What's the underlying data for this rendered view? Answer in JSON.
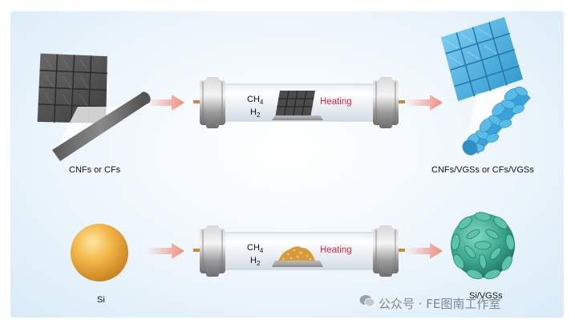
{
  "labels": {
    "cnfs": "CNFs or CFs",
    "cnfs_vgss": "CNFs/VGSs or CFs/VGSs",
    "si": "Si",
    "si_vgss": "Si/VGSs"
  },
  "reactor": {
    "gas1": "CH",
    "gas1_sub": "4",
    "gas2": "H",
    "gas2_sub": "2",
    "heating": "Heating"
  },
  "watermark": "公众号 · FE图南工作室",
  "colors": {
    "arrow": "#f08c7c",
    "heating": "#e8203a",
    "vgs_blue": "#4fb0e0",
    "vgs_green": "#3aa38c",
    "si_gold": "#f0b24a"
  }
}
